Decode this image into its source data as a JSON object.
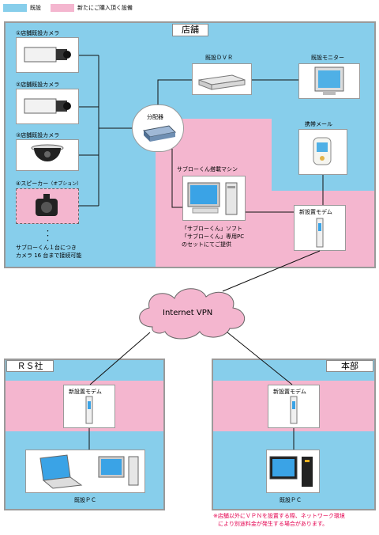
{
  "legend": {
    "existing": "既設",
    "new": "新たにご購入頂く設備",
    "existing_color": "#87CEEB",
    "new_color": "#F4B6CF"
  },
  "store": {
    "title": "店舗",
    "cameras": [
      {
        "label": "①店舗既設カメラ",
        "icon": "box-camera-icon"
      },
      {
        "label": "②店舗既設カメラ",
        "icon": "box-camera-icon"
      },
      {
        "label": "③店舗既設カメラ",
        "icon": "dome-camera-icon"
      }
    ],
    "speaker": {
      "label": "④スピーカー",
      "option": "（オプション）",
      "icon": "speaker-icon"
    },
    "ellipsis": "・\n・\n・",
    "camera_note_line1": "サブローくん１台につき",
    "camera_note_line2": "カメラ 16 台まで接続可能",
    "splitter": "分配器",
    "dvr": "既設ＤＶＲ",
    "monitor": "既設モニター",
    "mobile_mail": "携帯メール",
    "machine": "サブローくん搭載マシン",
    "machine_note_line1": "「サブローくん」ソフト",
    "machine_note_line2": "「サブローくん」専用PC",
    "machine_note_line3": "のセットにてご提供",
    "modem": "新設置モデム"
  },
  "cloud": {
    "label": "Internet VPN"
  },
  "rs": {
    "title": "ＲＳ社",
    "modem": "新設置モデム",
    "pc": "既設ＰＣ"
  },
  "hq": {
    "title": "本部",
    "modem": "新設置モデム",
    "pc": "既設ＰＣ"
  },
  "footnote_line1": "※店舗以外にＶＰＮを設置する際、ネットワーク環境",
  "footnote_line2": "により別途料金が発生する場合があります。"
}
